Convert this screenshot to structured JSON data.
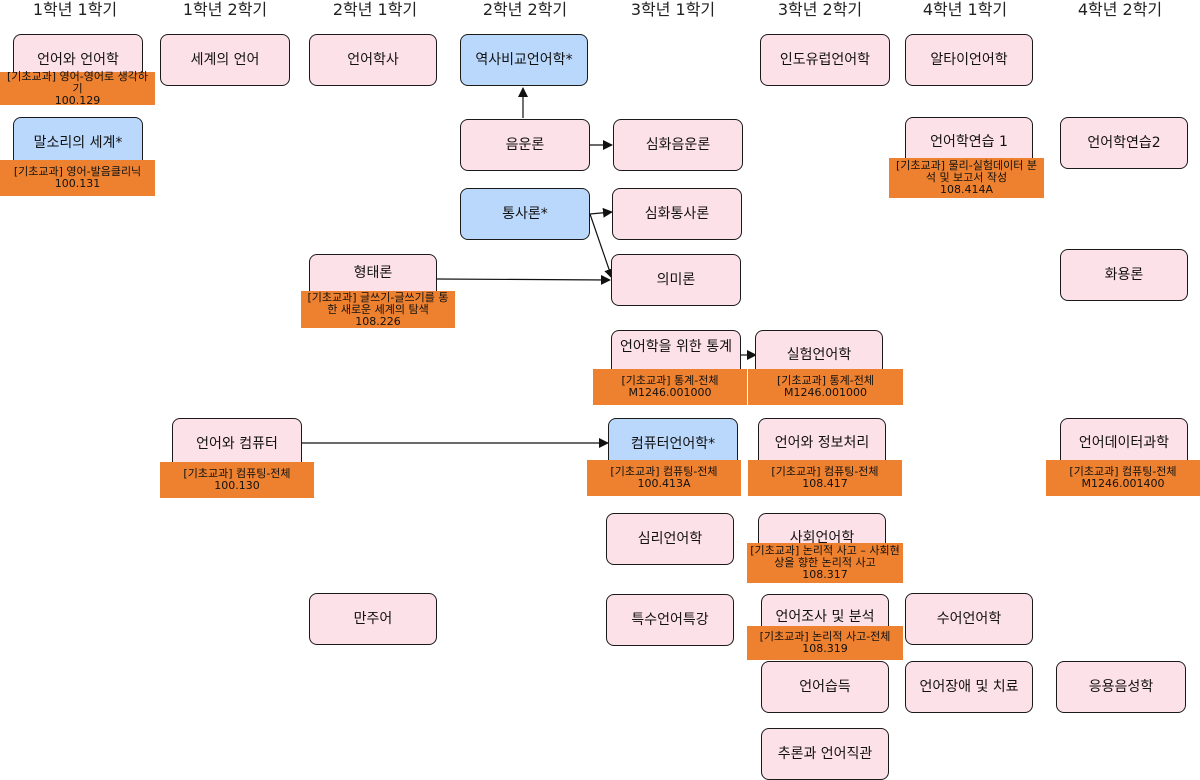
{
  "semesters": [
    "1학년 1학기",
    "1학년 2학기",
    "2학년 1학기",
    "2학년 2학기",
    "3학년 1학기",
    "3학년 2학기",
    "4학년 1학기",
    "4학년 2학기"
  ],
  "courses": {
    "c_lang_ling": "언어와 언어학",
    "c_sound": "말소리의 세계*",
    "c_world_lang": "세계의 언어",
    "c_ling_hist": "언어학사",
    "c_morph": "형태론",
    "c_lang_comp": "언어와 컴퓨터",
    "c_manchu": "만주어",
    "c_hist_comp": "역사비교언어학*",
    "c_phonology": "음운론",
    "c_syntax": "통사론*",
    "c_adv_phon": "심화음운론",
    "c_adv_syn": "심화통사론",
    "c_semantics": "의미론",
    "c_stats": "언어학을 위한 통계",
    "c_complang": "컴퓨터언어학*",
    "c_psycho": "심리언어학",
    "c_special": "특수언어특강",
    "c_indo": "인도유럽언어학",
    "c_exp": "실험언어학",
    "c_info": "언어와 정보처리",
    "c_socio": "사회언어학",
    "c_survey": "언어조사 및 분석",
    "c_acq": "언어습득",
    "c_infer": "추론과 언어직관",
    "c_altai": "알타이언어학",
    "c_prac1": "언어학연습 1",
    "c_sign": "수어언어학",
    "c_disorder": "언어장애 및 치료",
    "c_prac2": "언어학연습2",
    "c_prag": "화용론",
    "c_datasci": "언어데이터과학",
    "c_appphon": "응용음성학"
  },
  "notes": {
    "n_lang_ling": {
      "text": "[기초교과] 영어-영어로 생각하기",
      "code": "100.129"
    },
    "n_sound": {
      "text": "[기초교과] 영어-발음클리닉",
      "code": "100.131"
    },
    "n_morph": {
      "text": "[기초교과] 글쓰기-글쓰기를 통한 새로운 세계의 탐색",
      "code": "108.226"
    },
    "n_lang_comp": {
      "text": "[기초교과] 컴퓨팅-전체",
      "code": "100.130"
    },
    "n_stats": {
      "text": "[기초교과] 통계-전체",
      "code": "M1246.001000"
    },
    "n_complang": {
      "text": "[기초교과] 컴퓨팅-전체",
      "code": "100.413A"
    },
    "n_exp": {
      "text": "[기초교과] 통계-전체",
      "code": "M1246.001000"
    },
    "n_info": {
      "text": "[기초교과] 컴퓨팅-전체",
      "code": "108.417"
    },
    "n_socio": {
      "text": "[기초교과] 논리적 사고 – 사회현상을 향한 논리적 사고",
      "code": "108.317"
    },
    "n_survey": {
      "text": "[기초교과] 논리적 사고-전체",
      "code": "108.319"
    },
    "n_prac1": {
      "text": "[기초교과] 물리-실험데이터 분석 및 보고서 작성",
      "code": "108.414A"
    },
    "n_datasci": {
      "text": "[기초교과] 컴퓨팅-전체",
      "code": "M1246.001400"
    }
  },
  "colors": {
    "elective": "#fde1e8",
    "core": "#b9d8fb",
    "note": "#ee812f",
    "line": "#111111"
  }
}
